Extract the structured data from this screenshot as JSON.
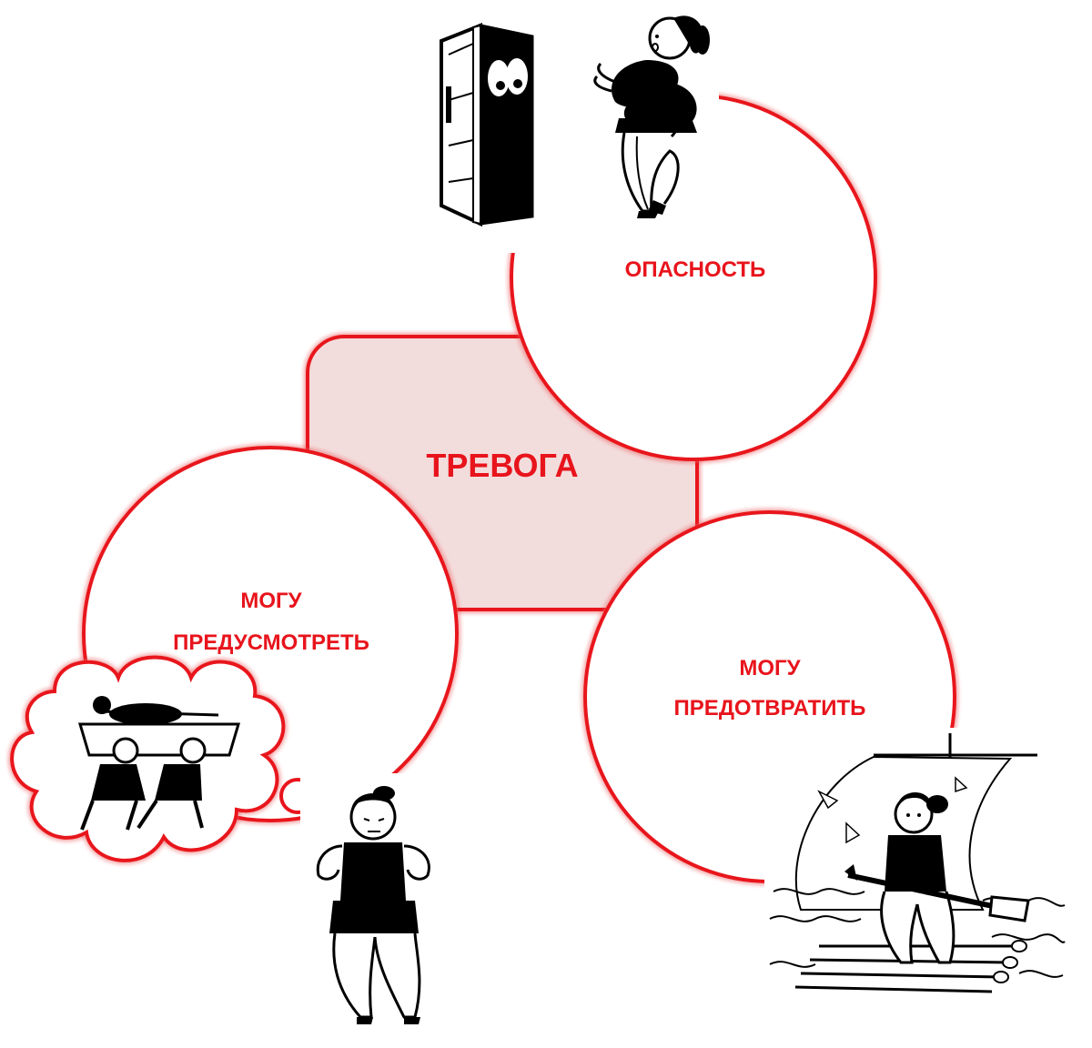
{
  "colors": {
    "accent": "#e8141c",
    "center_fill": "#f3dcdc",
    "outline": "#000000",
    "background": "#ffffff"
  },
  "center": {
    "label": "ТРЕВОГА"
  },
  "nodes": {
    "danger": {
      "label": "ОПАСНОСТЬ"
    },
    "foresee": {
      "line1": "МОГУ",
      "line2": "ПРЕДУСМОТРЕТЬ"
    },
    "prevent": {
      "line1": "МОГУ",
      "line2": "ПРЕДОТВРАТИТЬ"
    }
  },
  "illustrations": {
    "danger": "woman-and-fridge-with-eyes-illustration",
    "foresee": "woman-thinking-of-funeral-illustration",
    "prevent": "woman-on-raft-with-sail-illustration"
  }
}
